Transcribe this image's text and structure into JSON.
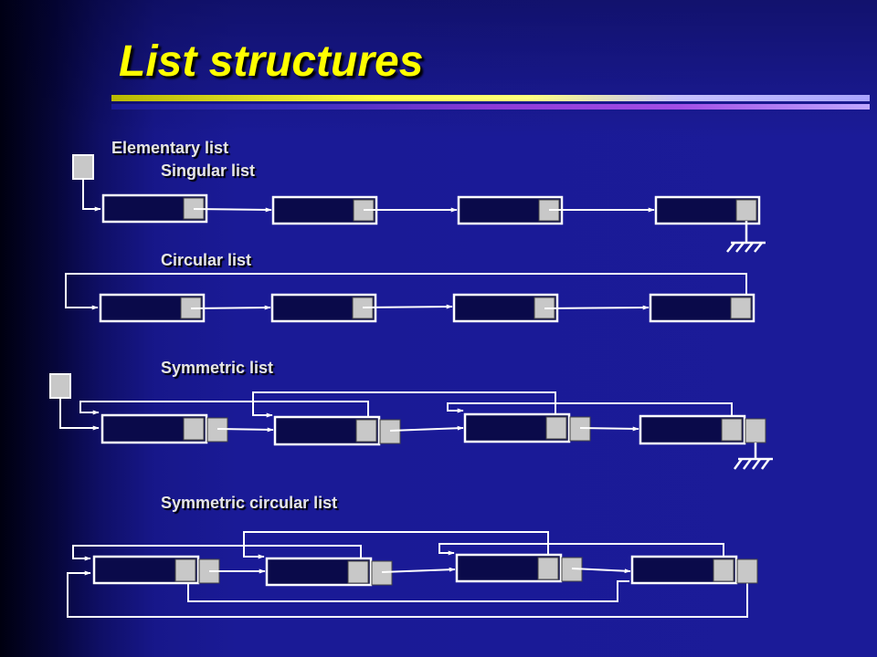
{
  "title": "List structures",
  "labels": {
    "elementary": "Elementary list",
    "singular": "Singular list",
    "circular": "Circular list",
    "symmetric": "Symmetric list",
    "symmetric_circular": "Symmetric circular list"
  },
  "colors": {
    "title": "#ffff00",
    "label": "#e6e6e6",
    "node_fill": "#0a0a4a",
    "node_border": "#ffffff",
    "pointer_fill": "#c8c8c8",
    "line": "#ffffff"
  },
  "icons": {
    "ground": "ground-icon"
  }
}
